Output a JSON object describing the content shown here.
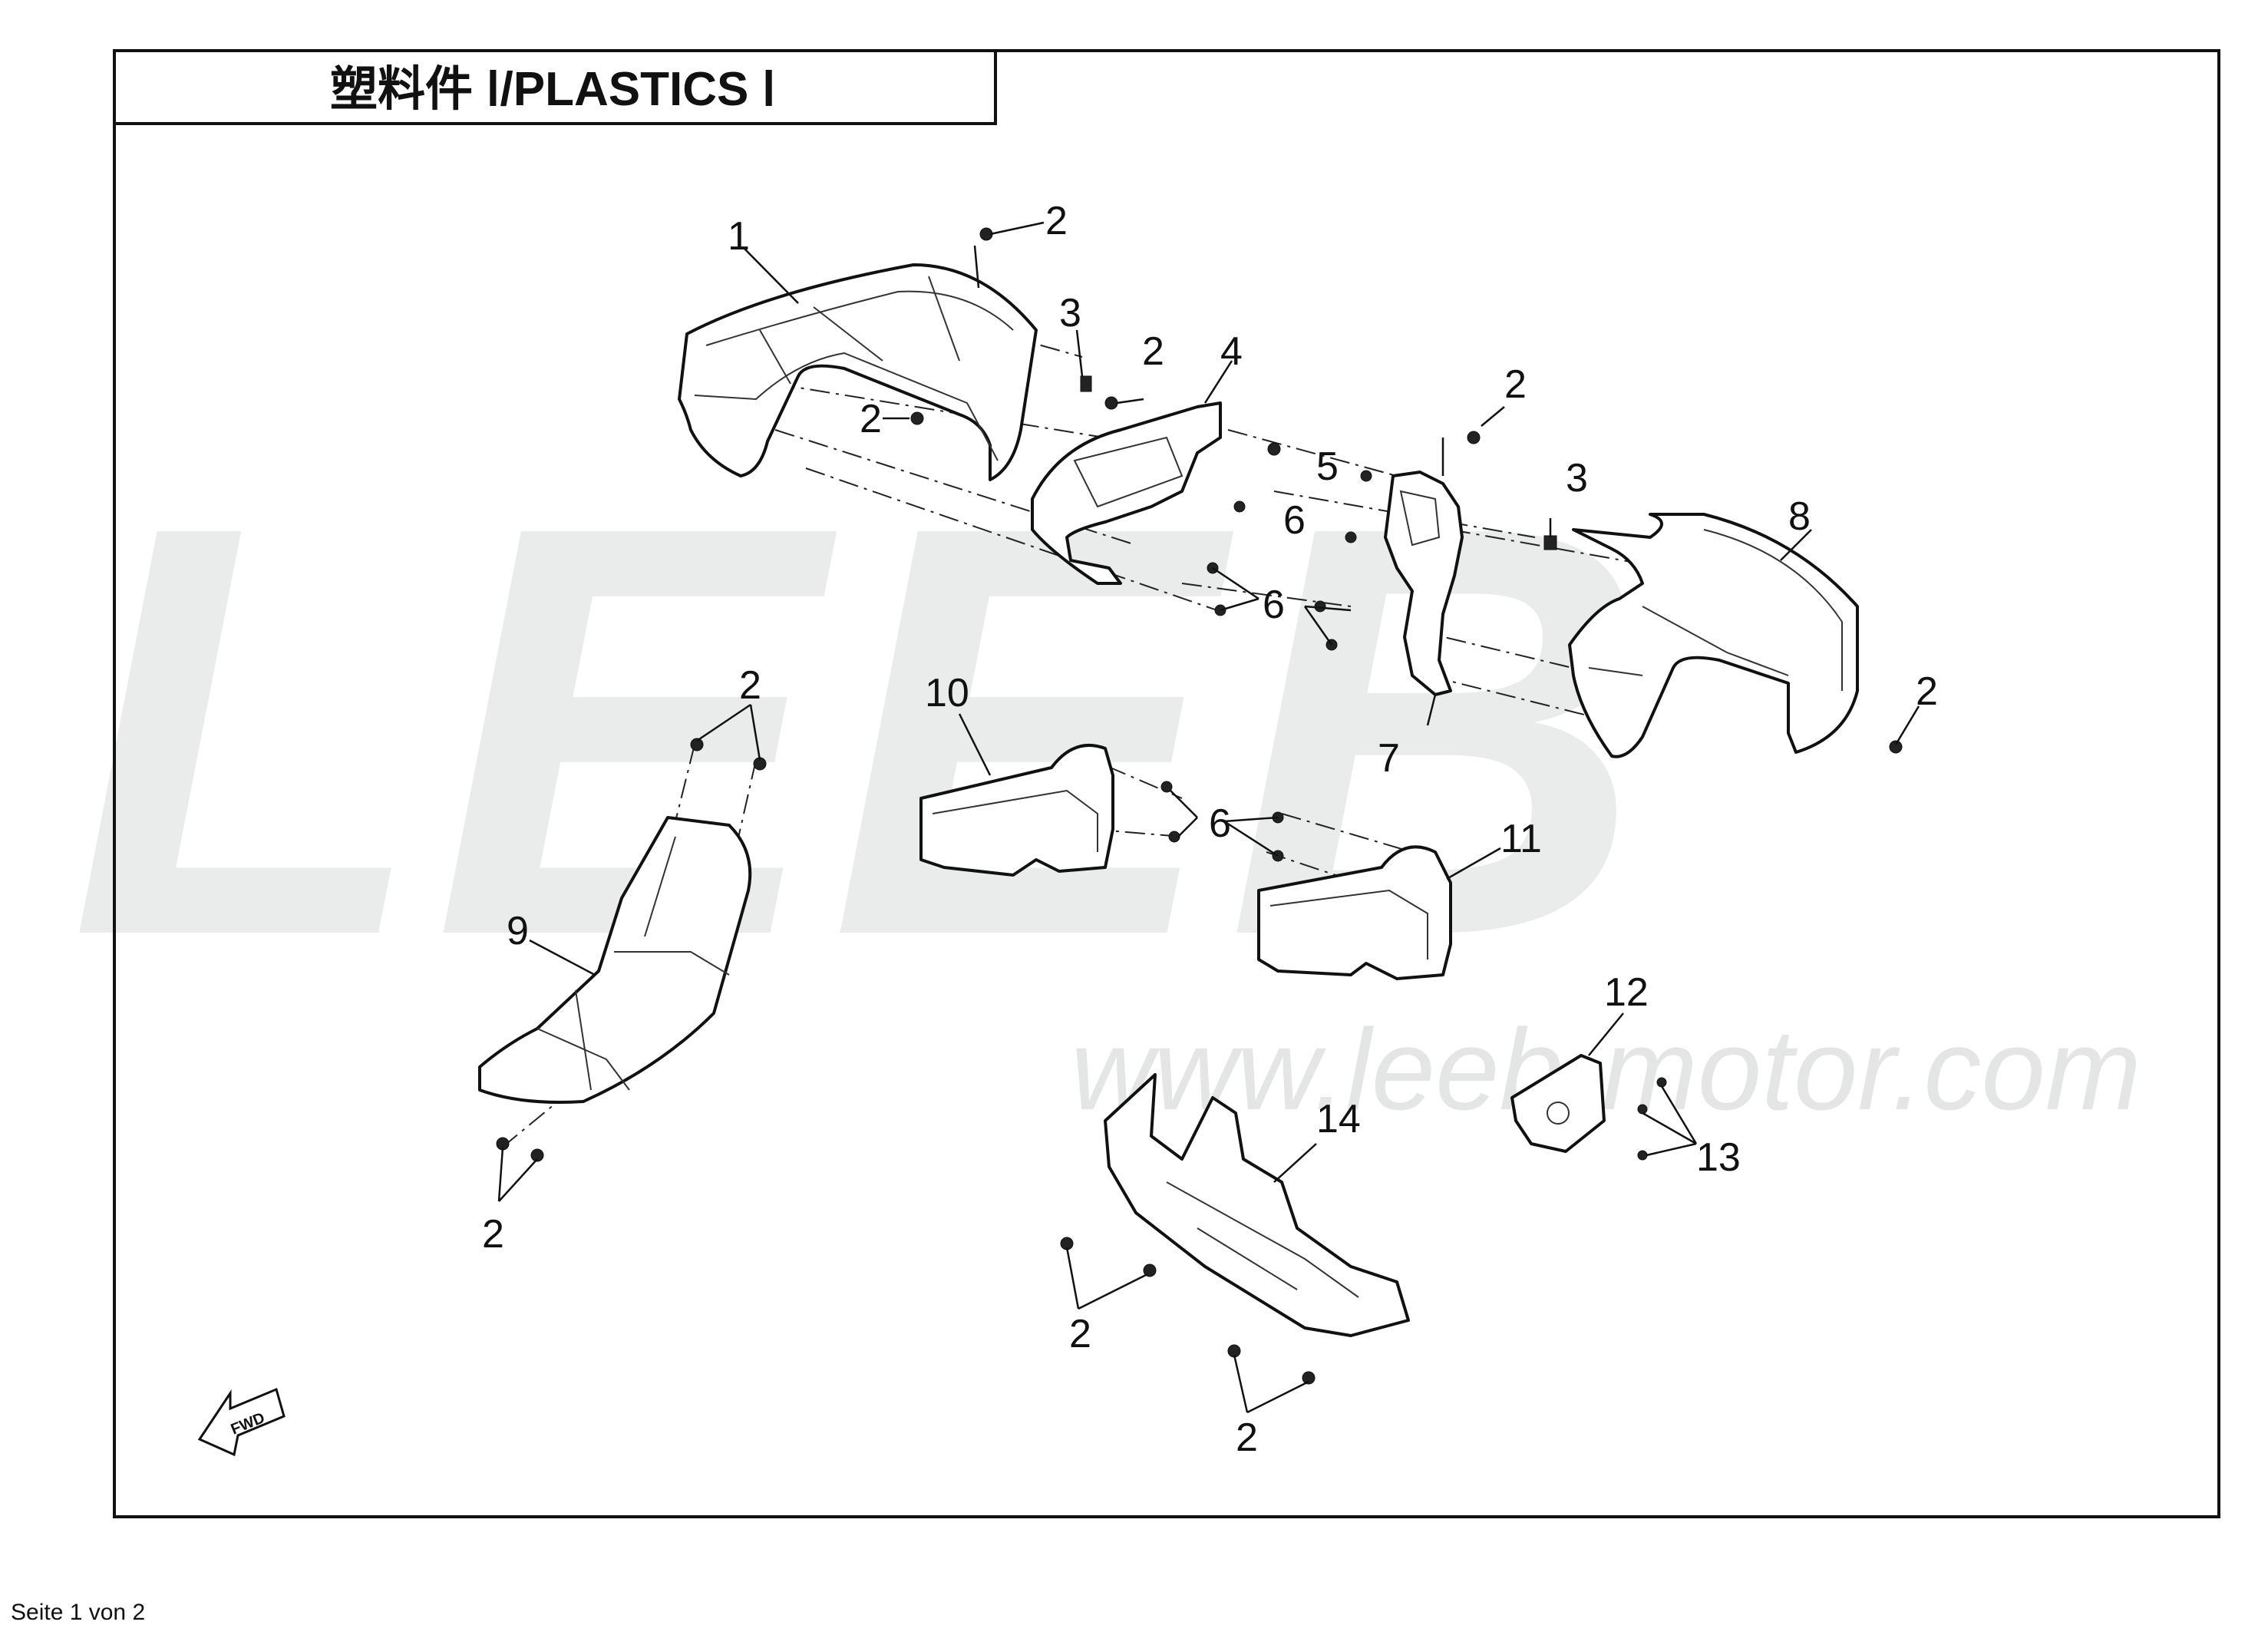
{
  "title": "塑料件 Ⅰ/PLASTICS Ⅰ",
  "watermark": {
    "brand": "LEEB",
    "url": "www.leeb-motor.com"
  },
  "footer": "Seite 1 von 2",
  "fwd_marker": "FWD",
  "callouts": {
    "c1": "1",
    "c2a": "2",
    "c3a": "3",
    "c2b": "2",
    "c4": "4",
    "c2c": "2",
    "c5": "5",
    "c2d": "2",
    "c3b": "3",
    "c8": "8",
    "c6a": "6",
    "c6b": "6",
    "c7": "7",
    "c2e": "2",
    "c2f": "2",
    "c10": "10",
    "c6c": "6",
    "c11": "11",
    "c9": "9",
    "c12": "12",
    "c13": "13",
    "c14": "14",
    "c2g": "2",
    "c2h": "2",
    "c2i": "2"
  }
}
